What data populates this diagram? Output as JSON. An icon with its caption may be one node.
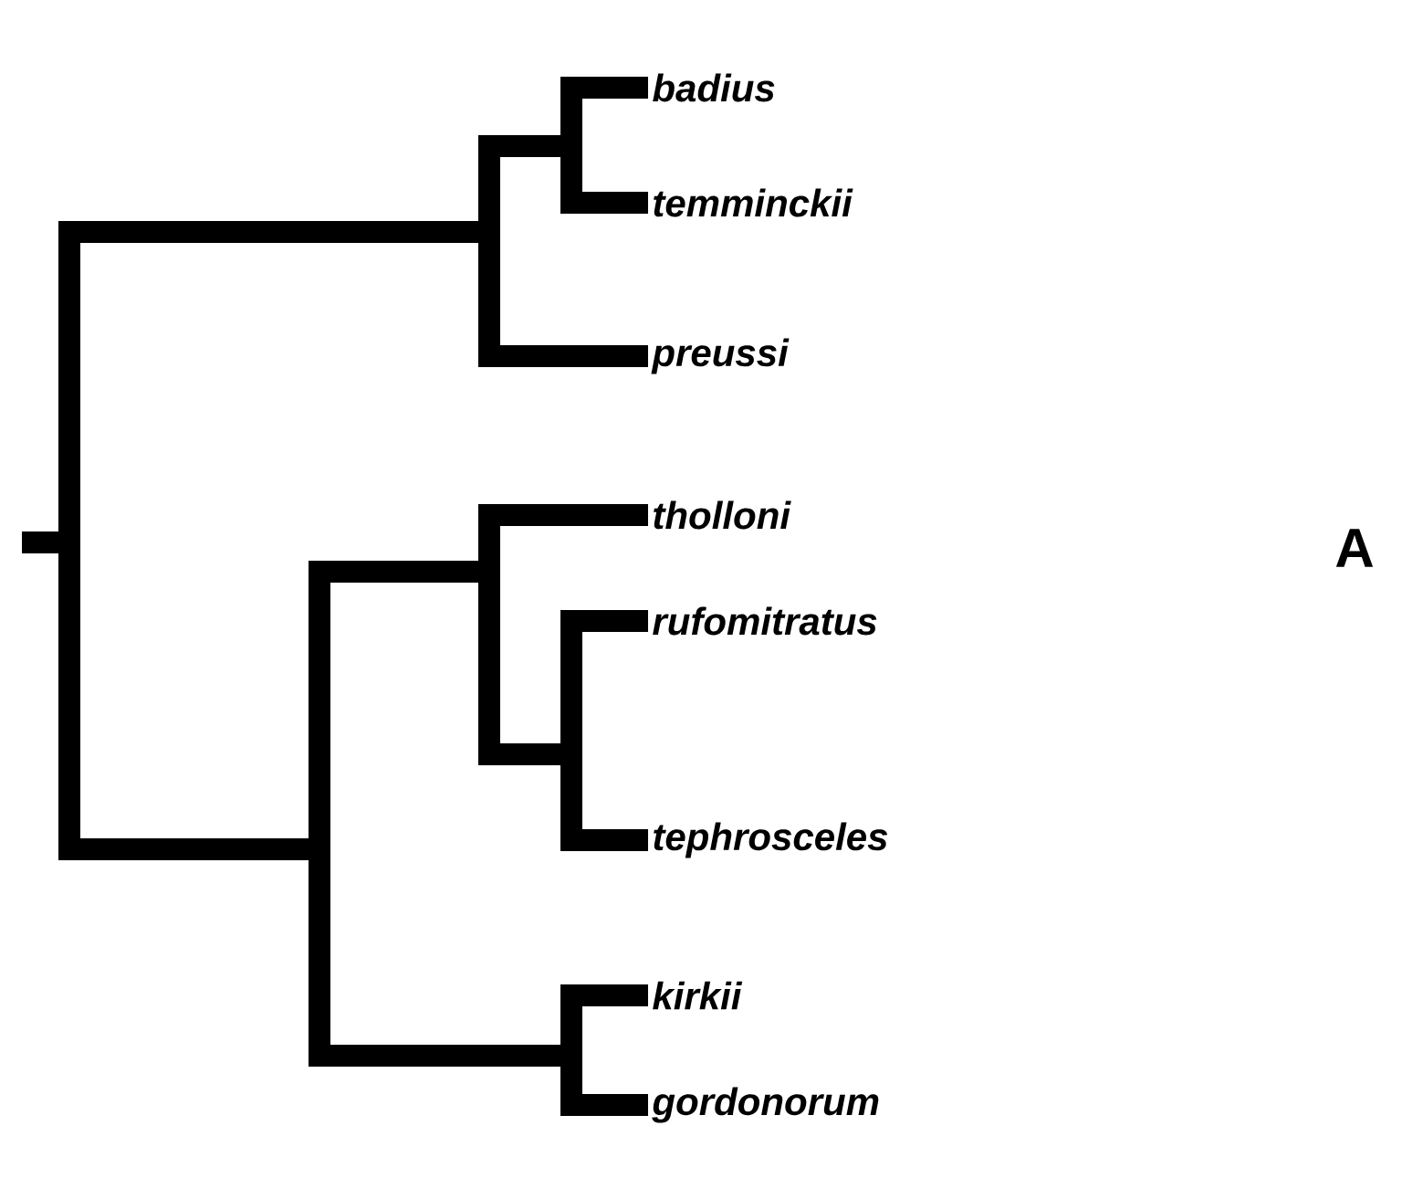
{
  "diagram": {
    "labels": [
      "badius",
      "temminckii",
      "preussi",
      "tholloni",
      "rufomitratus",
      "tephrosceles",
      "kirkii",
      "gordonorum",
      "A"
    ]
  }
}
